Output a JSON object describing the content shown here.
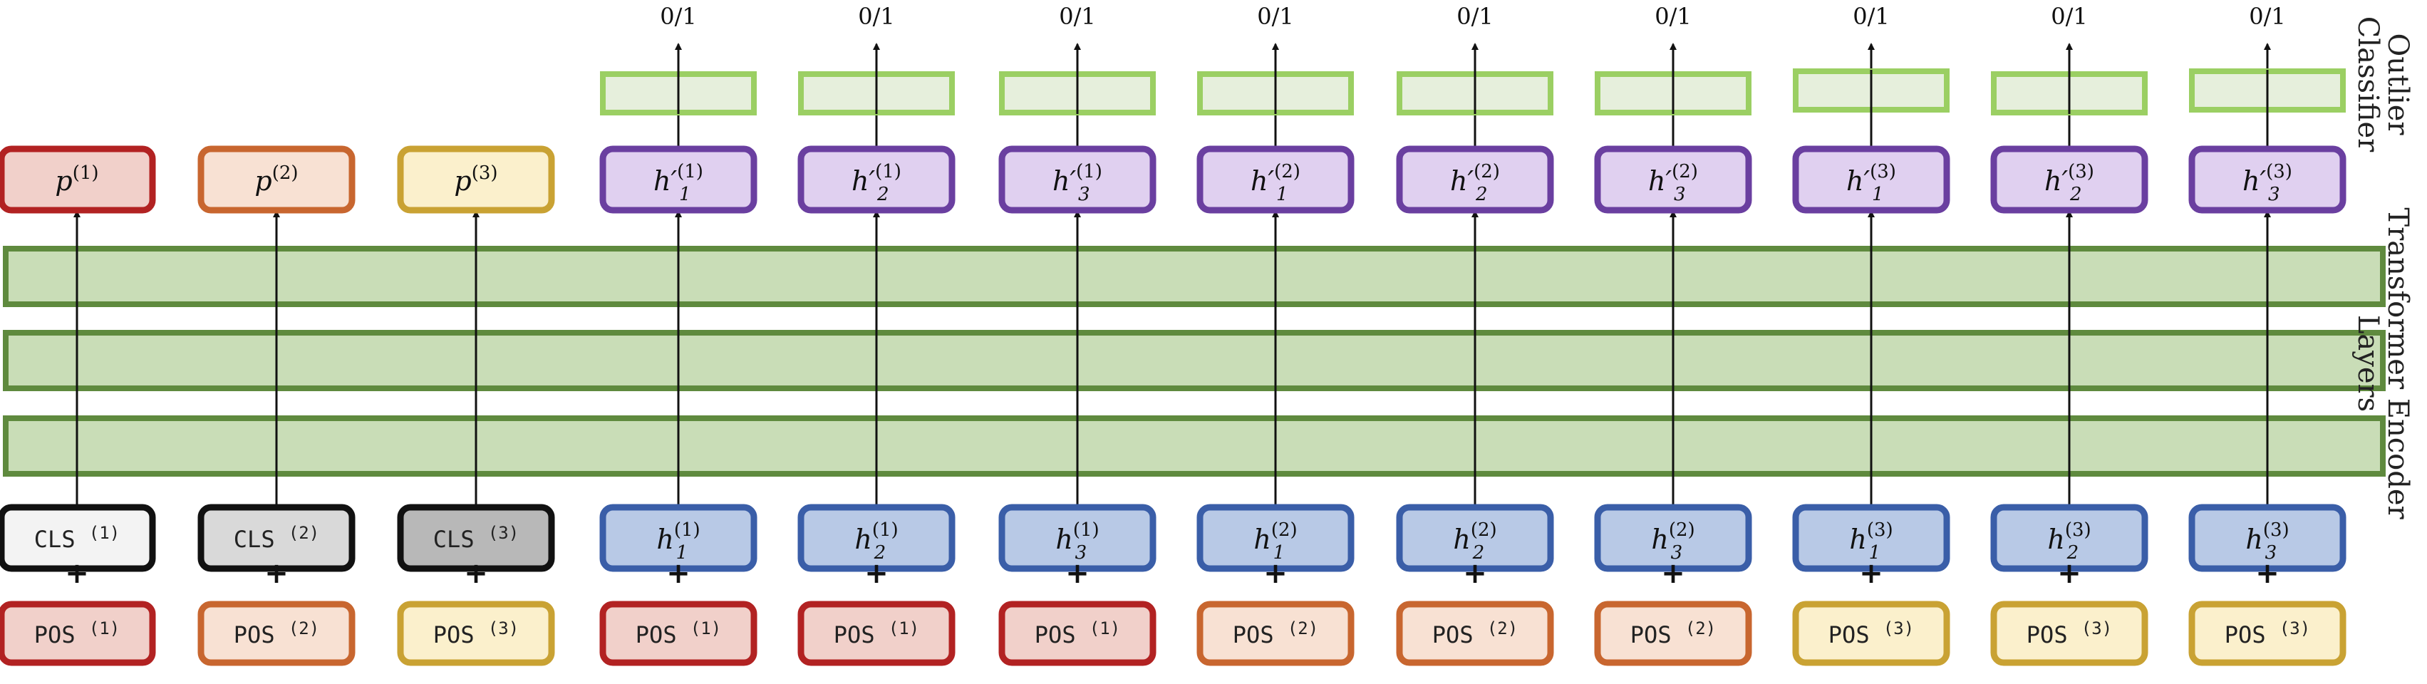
{
  "output_label": "0/1",
  "side_labels": {
    "outlier_classifier": [
      "Outlier",
      "Classifier"
    ],
    "transformer_encoder": [
      "Transformer Encoder",
      "Layers"
    ]
  },
  "plus_sign": "+",
  "encoder_layer_count": 3,
  "colors": {
    "red_stroke": "#b22222",
    "red_fill": "#f1d0ca",
    "orange_stroke": "#c8662f",
    "orange_fill": "#f8e1d3",
    "gold_stroke": "#c9a233",
    "gold_fill": "#fbf0cc",
    "purple_stroke": "#6a3fa0",
    "purple_fill": "#e0d0f0",
    "blue_stroke": "#3a5ea8",
    "blue_fill": "#b8c9e6",
    "green_stroke": "#5f8a3e",
    "green_fill": "#c9ddb7",
    "clf_stroke": "#9bcf63",
    "clf_fill": "#e6efdc",
    "black_stroke": "#111111",
    "cls_fill_1": "#f3f3f3",
    "cls_fill_2": "#d9d9d9",
    "cls_fill_3": "#b8b8b8"
  },
  "columns": [
    {
      "top": {
        "base": "p",
        "sup": "(1)",
        "sub": "",
        "color": "red"
      },
      "input": {
        "kind": "cls",
        "base": "CLS",
        "sup": "(1)",
        "fill": "cls_fill_1"
      },
      "pos": {
        "base": "POS",
        "sup": "(1)",
        "color": "red"
      },
      "has_classifier": false
    },
    {
      "top": {
        "base": "p",
        "sup": "(2)",
        "sub": "",
        "color": "orange"
      },
      "input": {
        "kind": "cls",
        "base": "CLS",
        "sup": "(2)",
        "fill": "cls_fill_2"
      },
      "pos": {
        "base": "POS",
        "sup": "(2)",
        "color": "orange"
      },
      "has_classifier": false
    },
    {
      "top": {
        "base": "p",
        "sup": "(3)",
        "sub": "",
        "color": "gold"
      },
      "input": {
        "kind": "cls",
        "base": "CLS",
        "sup": "(3)",
        "fill": "cls_fill_3"
      },
      "pos": {
        "base": "POS",
        "sup": "(3)",
        "color": "gold"
      },
      "has_classifier": false
    },
    {
      "top": {
        "base": "h′",
        "sup": "(1)",
        "sub": "1",
        "color": "purple"
      },
      "input": {
        "kind": "h",
        "base": "h",
        "sup": "(1)",
        "sub": "1"
      },
      "pos": {
        "base": "POS",
        "sup": "(1)",
        "color": "red"
      },
      "has_classifier": true
    },
    {
      "top": {
        "base": "h′",
        "sup": "(1)",
        "sub": "2",
        "color": "purple"
      },
      "input": {
        "kind": "h",
        "base": "h",
        "sup": "(1)",
        "sub": "2"
      },
      "pos": {
        "base": "POS",
        "sup": "(1)",
        "color": "red"
      },
      "has_classifier": true
    },
    {
      "top": {
        "base": "h′",
        "sup": "(1)",
        "sub": "3",
        "color": "purple"
      },
      "input": {
        "kind": "h",
        "base": "h",
        "sup": "(1)",
        "sub": "3"
      },
      "pos": {
        "base": "POS",
        "sup": "(1)",
        "color": "red"
      },
      "has_classifier": true
    },
    {
      "top": {
        "base": "h′",
        "sup": "(2)",
        "sub": "1",
        "color": "purple"
      },
      "input": {
        "kind": "h",
        "base": "h",
        "sup": "(2)",
        "sub": "1"
      },
      "pos": {
        "base": "POS",
        "sup": "(2)",
        "color": "orange"
      },
      "has_classifier": true
    },
    {
      "top": {
        "base": "h′",
        "sup": "(2)",
        "sub": "2",
        "color": "purple"
      },
      "input": {
        "kind": "h",
        "base": "h",
        "sup": "(2)",
        "sub": "2"
      },
      "pos": {
        "base": "POS",
        "sup": "(2)",
        "color": "orange"
      },
      "has_classifier": true
    },
    {
      "top": {
        "base": "h′",
        "sup": "(2)",
        "sub": "3",
        "color": "purple"
      },
      "input": {
        "kind": "h",
        "base": "h",
        "sup": "(2)",
        "sub": "3"
      },
      "pos": {
        "base": "POS",
        "sup": "(2)",
        "color": "orange"
      },
      "has_classifier": true
    },
    {
      "top": {
        "base": "h′",
        "sup": "(3)",
        "sub": "1",
        "color": "purple"
      },
      "input": {
        "kind": "h",
        "base": "h",
        "sup": "(3)",
        "sub": "1"
      },
      "pos": {
        "base": "POS",
        "sup": "(3)",
        "color": "gold"
      },
      "has_classifier": true
    },
    {
      "top": {
        "base": "h′",
        "sup": "(3)",
        "sub": "2",
        "color": "purple"
      },
      "input": {
        "kind": "h",
        "base": "h",
        "sup": "(3)",
        "sub": "2"
      },
      "pos": {
        "base": "POS",
        "sup": "(3)",
        "color": "gold"
      },
      "has_classifier": true
    },
    {
      "top": {
        "base": "h′",
        "sup": "(3)",
        "sub": "3",
        "color": "purple"
      },
      "input": {
        "kind": "h",
        "base": "h",
        "sup": "(3)",
        "sub": "3"
      },
      "pos": {
        "base": "POS",
        "sup": "(3)",
        "color": "gold"
      },
      "has_classifier": true
    }
  ]
}
